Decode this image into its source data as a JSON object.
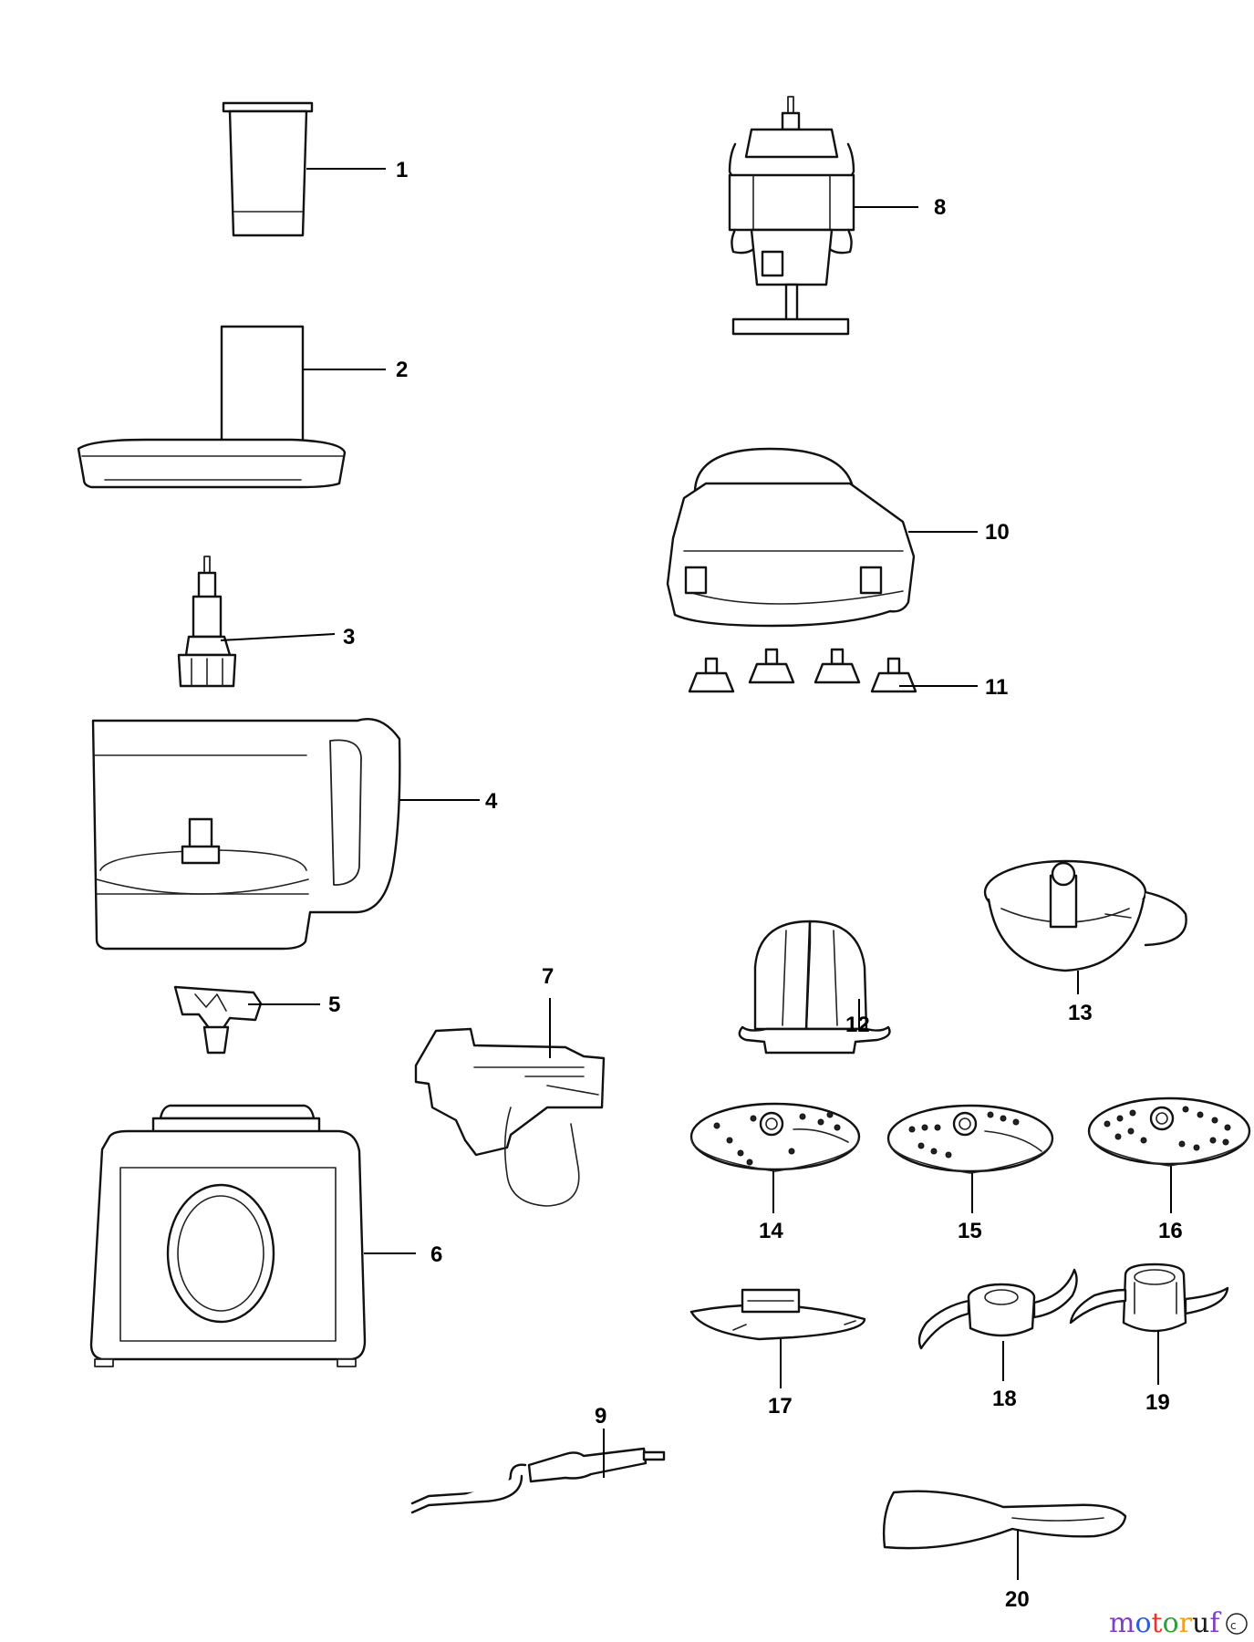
{
  "parts": [
    {
      "id": 1,
      "label": "1"
    },
    {
      "id": 2,
      "label": "2"
    },
    {
      "id": 3,
      "label": "3"
    },
    {
      "id": 4,
      "label": "4"
    },
    {
      "id": 5,
      "label": "5"
    },
    {
      "id": 6,
      "label": "6"
    },
    {
      "id": 7,
      "label": "7"
    },
    {
      "id": 8,
      "label": "8"
    },
    {
      "id": 9,
      "label": "9"
    },
    {
      "id": 10,
      "label": "10"
    },
    {
      "id": 11,
      "label": "11"
    },
    {
      "id": 12,
      "label": "12"
    },
    {
      "id": 13,
      "label": "13"
    },
    {
      "id": 14,
      "label": "14"
    },
    {
      "id": 15,
      "label": "15"
    },
    {
      "id": 16,
      "label": "16"
    },
    {
      "id": 17,
      "label": "17"
    },
    {
      "id": 18,
      "label": "18"
    },
    {
      "id": 19,
      "label": "19"
    },
    {
      "id": 20,
      "label": "20"
    }
  ],
  "watermark": {
    "text": "motoruf",
    "colors": [
      "#7f3fbf",
      "#2c5fd6",
      "#e0382b",
      "#2e9e3a",
      "#f0a020",
      "#1a1a1a",
      "#7f3fbf"
    ]
  },
  "colors": {
    "line": "#111111",
    "background": "#ffffff"
  }
}
